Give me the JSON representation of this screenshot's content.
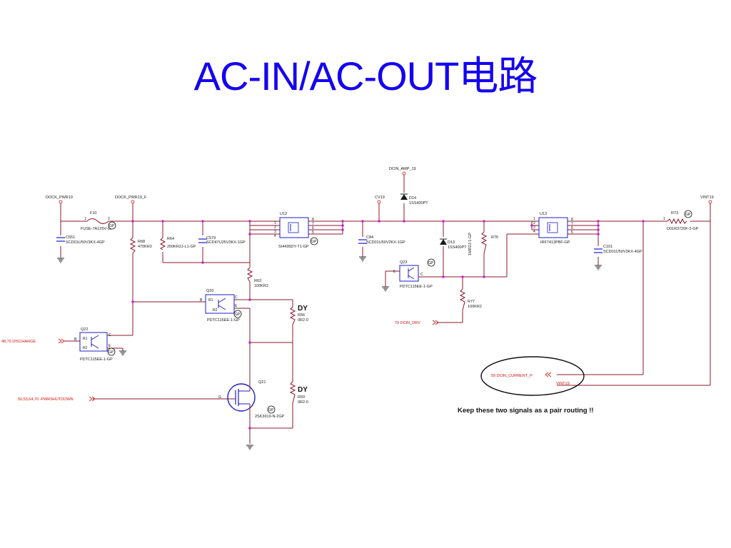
{
  "title": "AC-IN/AC-OUT电路",
  "nets": {
    "dock_pwr19": "DOCK_PWR19",
    "dock_pwr19_f": "DOCK_PWR19_F",
    "dcin_amp_19": "DCIN_AMP_19",
    "cv19": "CV19",
    "vint19": "VINT19"
  },
  "components": {
    "f10": {
      "ref": "F10",
      "value": "FUSE-7A125V-GP"
    },
    "c551": {
      "ref": "C551",
      "value": "SCD01U50V3KX-4GP"
    },
    "r68": {
      "ref": "R68",
      "value": "470KR2"
    },
    "r64": {
      "ref": "R64",
      "value": "200KR2J-L1-GP"
    },
    "c579": {
      "ref": "C579",
      "value": "SCD47U25V3KX-1GP"
    },
    "u12": {
      "ref": "U12",
      "value": "SI4435DY-T1-GP"
    },
    "r63": {
      "ref": "R63",
      "value": "100KR2"
    },
    "q20": {
      "ref": "Q20",
      "value": "PDTC115EE-1-GP"
    },
    "r56": {
      "ref": "R56",
      "value": "0R2-0"
    },
    "q22": {
      "ref": "Q22",
      "value": "PDTC115EE-1-GP"
    },
    "q21": {
      "ref": "Q21",
      "value": "2SK3019-N-2GP"
    },
    "r59": {
      "ref": "R59",
      "value": "0R2-0"
    },
    "d14": {
      "ref": "D14",
      "value": "1SS400PT"
    },
    "c84": {
      "ref": "C84",
      "value": "SCD01U50V2KX-1GP"
    },
    "d13": {
      "ref": "D13",
      "value": "1SS400PT"
    },
    "r76": {
      "ref": "R76",
      "value": "1MR2J-1-GP"
    },
    "q23": {
      "ref": "Q23",
      "value": "PDTC115EE-1-GP"
    },
    "r77": {
      "ref": "R77",
      "value": "100KR2"
    },
    "u13": {
      "ref": "U13",
      "value": "IRF7413PBF-GP"
    },
    "c101": {
      "ref": "C101",
      "value": "SCD01U50V3KX-4GP"
    },
    "r73": {
      "ref": "R73",
      "value": "D01R3720F-2-GP"
    }
  },
  "pins": {
    "b": "B",
    "c": "C",
    "e": "E",
    "g": "G",
    "r1": "R1",
    "r2": "R2",
    "p1": "1",
    "p2": "2",
    "p3": "3",
    "p4": "4",
    "p5": "5",
    "p6": "6",
    "p7": "7",
    "p8": "8"
  },
  "badges": {
    "gp": "GP",
    "dy": "DY"
  },
  "signals": {
    "discharge": "48,70  DISCHARGE",
    "pwrshutdown": "50,53,64,70  -PWRSHUTDOWN",
    "dcin_drv": "70    DCIN_DRV",
    "dcin_current_p": "59  DCIN_CURRENT_P",
    "vint19_sig": "VINT19"
  },
  "note": "Keep these two signals as a pair routing !!",
  "colors": {
    "title": "#1400f0",
    "wire": "#8b1a2b",
    "label_red": "#d01010",
    "component_blue": "#1c1cc8",
    "junction": "#cc22cc"
  }
}
